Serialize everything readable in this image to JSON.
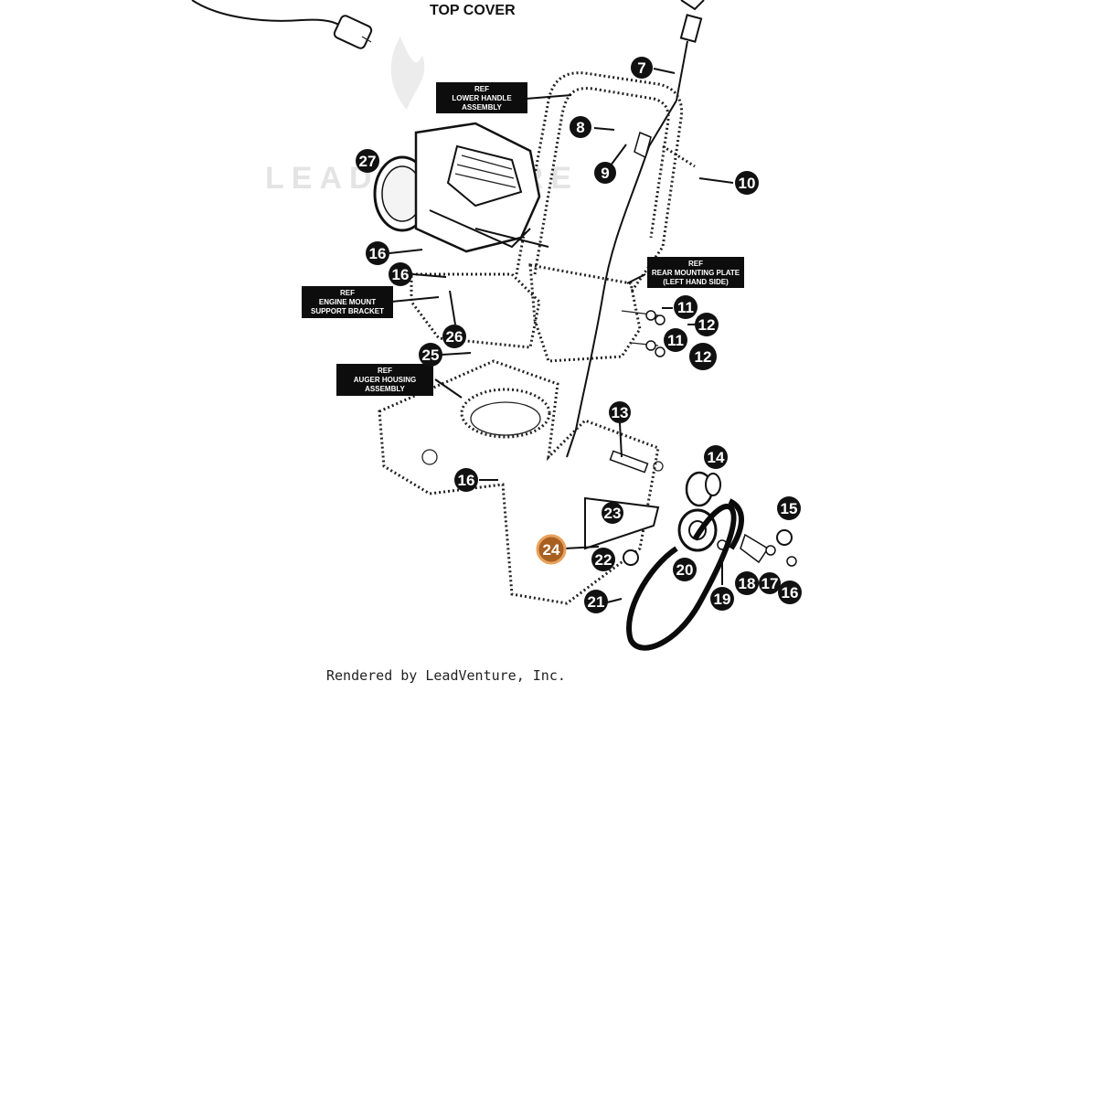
{
  "diagram": {
    "top_label": "TOP COVER",
    "watermark": "LEADVENTURE",
    "credit": "Rendered by LeadVenture, Inc.",
    "ref_labels": {
      "lower_handle": [
        "REF",
        "LOWER HANDLE",
        "ASSEMBLY"
      ],
      "rear_mounting_plate": [
        "REF",
        "REAR MOUNTING PLATE",
        "(LEFT HAND SIDE)"
      ],
      "engine_mount": [
        "REF",
        "ENGINE MOUNT",
        "SUPPORT BRACKET"
      ],
      "auger_housing": [
        "REF",
        "AUGER HOUSING",
        "ASSEMBLY"
      ]
    },
    "callouts": {
      "c7": "7",
      "c8": "8",
      "c9": "9",
      "c10": "10",
      "c11a": "11",
      "c11b": "11",
      "c12a": "12",
      "c12b": "12",
      "c13": "13",
      "c14": "14",
      "c15": "15",
      "c16a": "16",
      "c16b": "16",
      "c16c": "16",
      "c16d": "16",
      "c17": "17",
      "c18": "18",
      "c19": "19",
      "c20": "20",
      "c21": "21",
      "c22": "22",
      "c23": "23",
      "c24": "24",
      "c25": "25",
      "c26": "26",
      "c27": "27"
    },
    "selected_callout": "24",
    "colors": {
      "callout": "#111111",
      "selected": "#a85f20",
      "selected_ring": "#e9a15a"
    }
  }
}
